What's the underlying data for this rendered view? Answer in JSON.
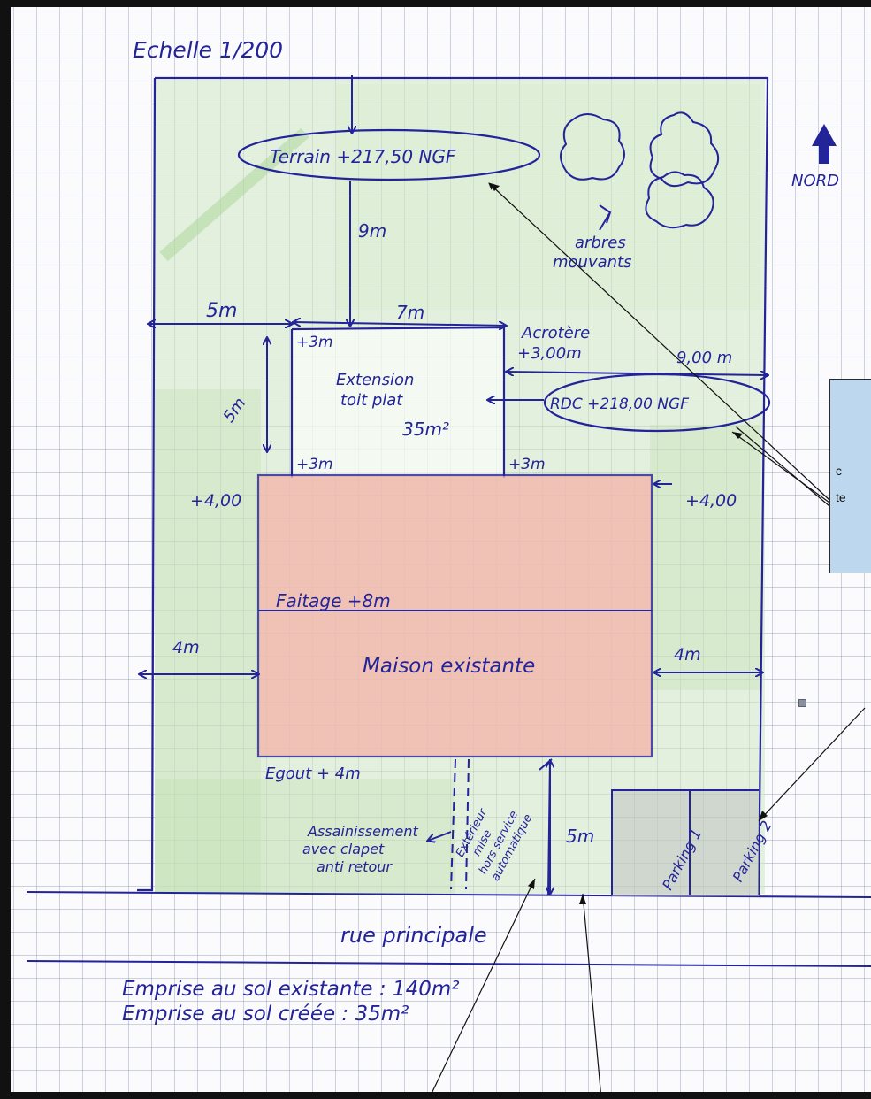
{
  "scale": "Echelle 1/200",
  "north": "NORD",
  "terrain_label": "Terrain +217,50 NGF",
  "trees_label_1": "arbres",
  "trees_label_2": "mouvants",
  "rdc_label": "RDC +218,00 NGF",
  "extension_line1": "Extension",
  "extension_line2": "toit plat",
  "extension_area": "35m²",
  "house_label": "Maison existante",
  "faitage_label": "Faitage +8m",
  "acrotere_line1": "Acrotère",
  "acrotere_line2": "+3,00m",
  "dims": {
    "left_5m": "5m",
    "top_7m": "7m",
    "top_9m": "9m",
    "side_5m": "5m",
    "left_4m": "4m",
    "right_4m": "4m",
    "right_9m": "9,00 m",
    "bottom_5m": "5m"
  },
  "heights": {
    "ext_top_left": "+3m",
    "ext_bottom_left": "+3m",
    "ext_bottom_right": "+3m",
    "house_left": "+4,00",
    "house_right": "+4,00",
    "egout": "Egout + 4m"
  },
  "assainissement_1": "Assainissement",
  "assainissement_2": "avec clapet",
  "assainissement_3": "anti retour",
  "driveway_1": "Extérieur",
  "driveway_2": "mise",
  "driveway_3": "hors service",
  "driveway_4": "automatique",
  "parking_1": "Parking 1",
  "parking_2": "Parking 2",
  "street": "rue principale",
  "emprise_existante": "Emprise au sol existante : 140m²",
  "emprise_creee": "Emprise au sol créée : 35m²",
  "callout_line1": "c",
  "callout_line2": "te",
  "colors": {
    "ink": "#23239a",
    "lawn": "#cfe8c4",
    "house": "#f4b7ad",
    "callout": "#bdd7ee"
  }
}
